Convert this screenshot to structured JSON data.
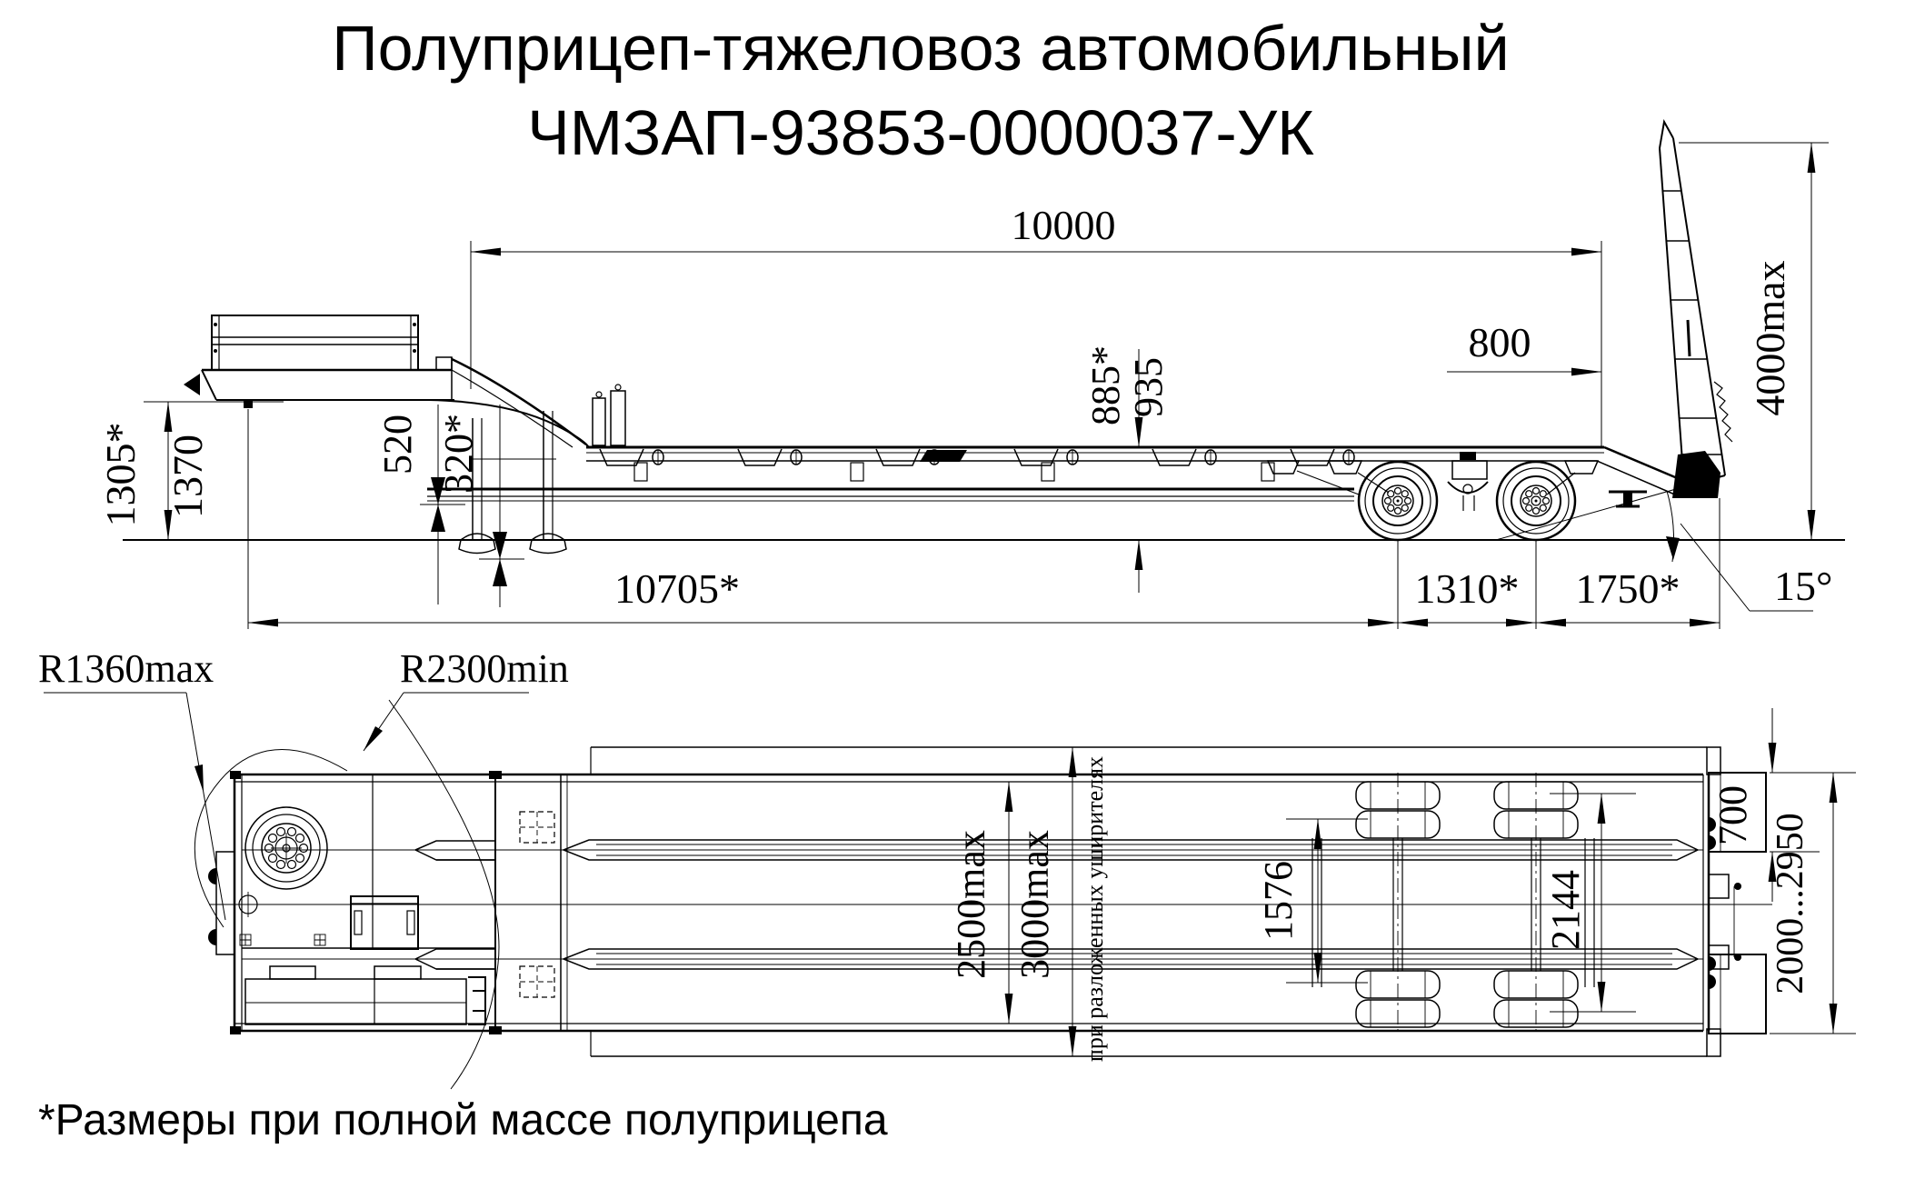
{
  "title": {
    "line1": "Полуприцеп-тяжеловоз автомобильный",
    "line2": "ЧМЗАП-93853-0000037-УК"
  },
  "side_view": {
    "dim_platform_length": "10000",
    "dim_rear_deck": "800",
    "dim_ramp_height": "4000max",
    "dim_load_height_laden": "885*",
    "dim_load_height": "935",
    "dim_coupling_height_laden": "1305*",
    "dim_coupling_height": "1370",
    "dim_gooseneck_clearance": "520",
    "dim_gooseneck_clearance_laden": "320*",
    "dim_kingpin_to_bogie": "10705*",
    "dim_axle_spacing": "1310*",
    "dim_bogie_to_rear": "1750*",
    "dim_ramp_angle": "15°"
  },
  "top_view": {
    "dim_radius_front_max": "R1360max",
    "dim_radius_clearance_min": "R2300min",
    "dim_width_max": "2500max",
    "dim_width_extended": "3000max",
    "note_extended_wideners": "при разложенных уширителях",
    "dim_track_inner": "1576",
    "dim_track_outer": "2144",
    "dim_ramp_width": "700",
    "dim_ramp_spacing": "2000...2950"
  },
  "footnote": "*Размеры при полной массе полуприцепа",
  "colors": {
    "ink": "#000000",
    "paper": "#ffffff"
  }
}
